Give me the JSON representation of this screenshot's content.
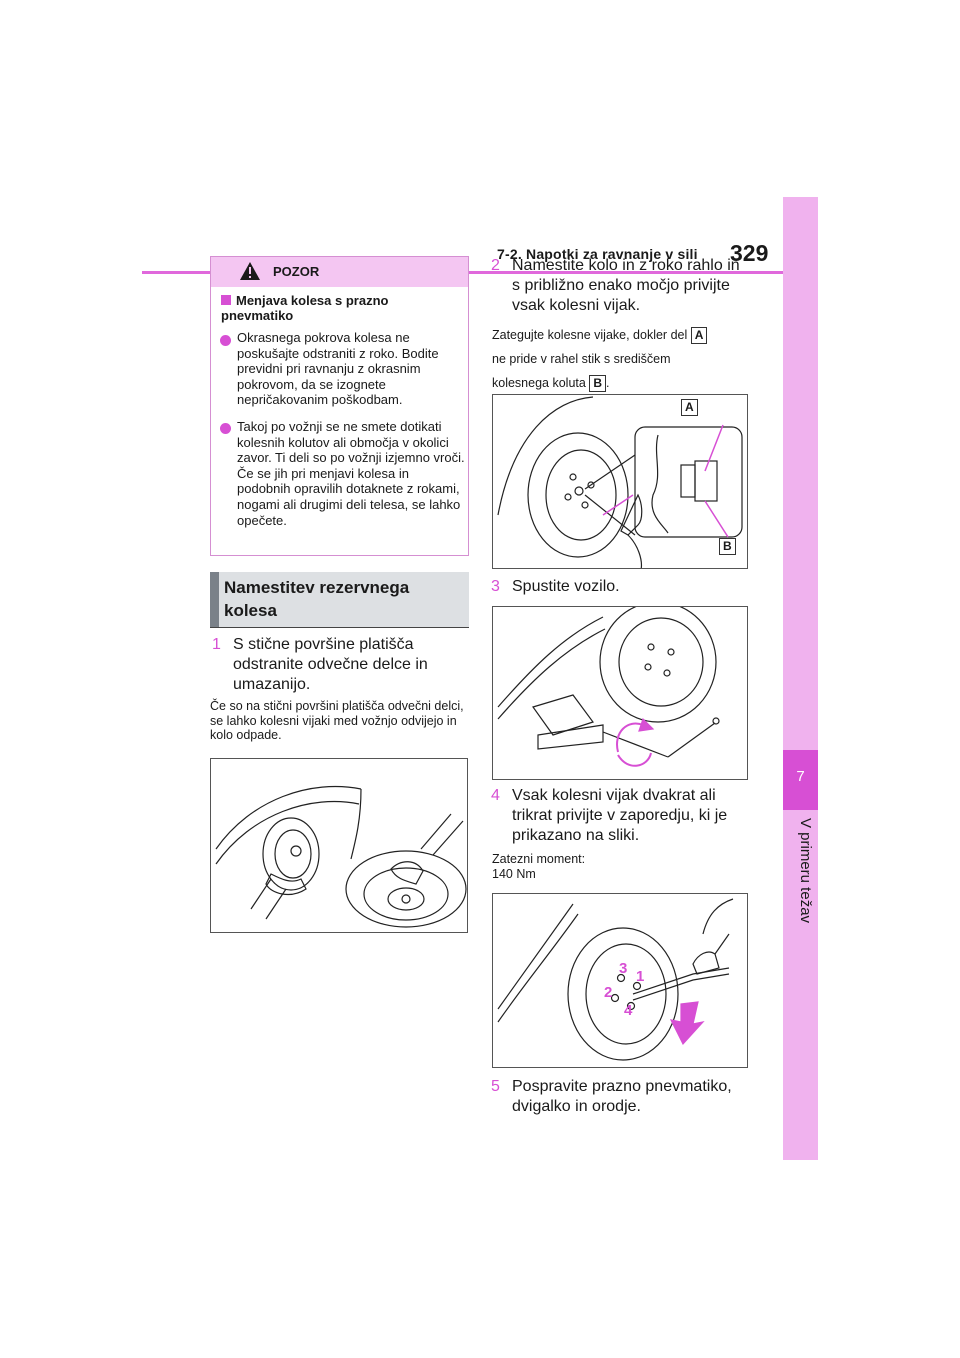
{
  "header": {
    "section_title": "7-2. Napotki za ravnanje v sili",
    "page_number": "329"
  },
  "sidebar": {
    "chapter_number": "7",
    "chapter_title": "V primeru težav"
  },
  "warning": {
    "title": "POZOR",
    "subtitle": "Menjava kolesa s prazno pnevmatiko",
    "bullets": [
      "Okrasnega pokrova kolesa ne poskušajte odstraniti z roko. Bodite previdni pri ravnanju z okrasnim pokrovom, da se izognete nepričakovanim poškodbam.",
      "Takoj po vožnji se ne smete dotikati kolesnih kolutov ali območja v okolici zavor. Ti deli so po vožnji izjemno vroči. Če se jih pri menjavi kolesa in podobnih opravilih dotaknete z rokami, nogami ali drugimi deli telesa, se lahko opečete."
    ]
  },
  "section": {
    "title": "Namestitev rezervnega kolesa"
  },
  "steps": [
    {
      "n": "1",
      "text": "S stične površine platišča odstranite odvečne delce in umazanijo.",
      "note": "Če so na stični površini platišča odvečni delci, se lahko kolesni vijaki med vožnjo odvijejo in kolo odpade."
    },
    {
      "n": "2",
      "text": "Namestite kolo in z roko rahlo in s približno enako močjo privijte vsak kolesni vijak.",
      "note_a": "Zategujte kolesne vijake, dokler del",
      "note_b": "ne pride v rahel stik s središčem",
      "note_c": "kolesnega koluta",
      "note_d": "."
    },
    {
      "n": "3",
      "text": "Spustite vozilo."
    },
    {
      "n": "4",
      "text": "Vsak kolesni vijak dvakrat ali trikrat privijte v zaporedju, ki je prikazano na sliki.",
      "note_a": "Zatezni moment:",
      "note_b": "140 Nm"
    },
    {
      "n": "5",
      "text": "Pospravite prazno pnevmatiko, dvigalko in orodje."
    }
  ],
  "labels": {
    "a": "A",
    "b": "B"
  },
  "bolt_sequence": [
    "1",
    "2",
    "3",
    "4"
  ],
  "colors": {
    "accent": "#d74fd4",
    "sidebar": "#f0b2ee",
    "warn_head": "#f4c6f2"
  }
}
